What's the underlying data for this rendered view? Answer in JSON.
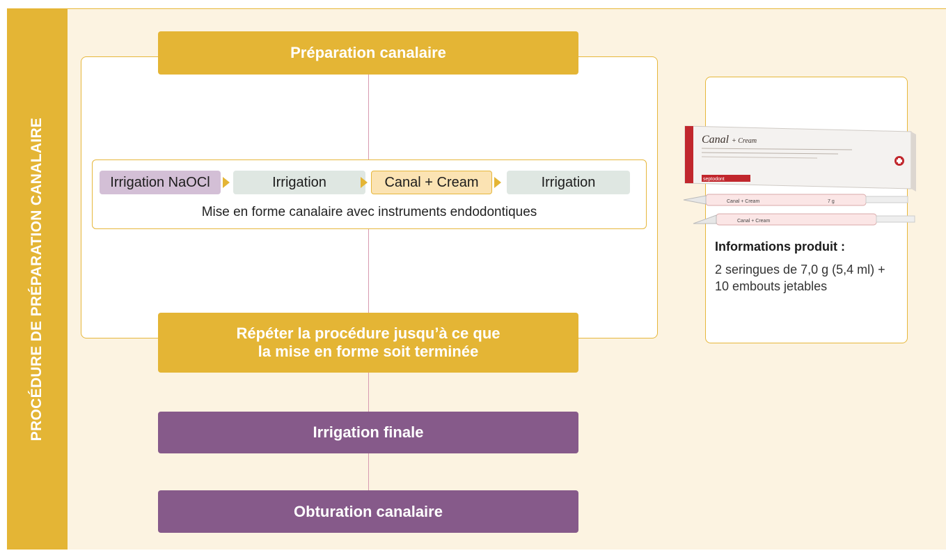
{
  "side_title": "PROCÉDURE DE PRÉPARATION CANALAIRE",
  "steps": {
    "preparation": "Préparation canalaire",
    "repeat_line1": "Répéter la procédure jusqu’à ce que",
    "repeat_line2": "la mise en forme soit terminée",
    "final_irrigation": "Irrigation finale",
    "obturation": "Obturation canalaire"
  },
  "sequence": {
    "items": [
      "Irrigation NaOCl",
      "Irrigation",
      "Canal + Cream",
      "Irrigation"
    ],
    "caption": "Mise en forme canalaire avec instruments endodontiques"
  },
  "product": {
    "box_brand": "Canal",
    "box_name": "+ Cream",
    "box_maker": "septodont",
    "syringe_text": "Canal + Cream",
    "syringe_weight": "7 g",
    "info_title": "Informations produit :",
    "info_text": "2 seringues de 7,0 g (5,4 ml) + 10 embouts jetables"
  },
  "colors": {
    "gold": "#e4b535",
    "purple": "#865a8a",
    "background": "#fcf3e1",
    "naocl_chip": "#d3bfd6",
    "irrigation_chip": "#dfe7e2",
    "cream_chip": "#fbe3b3"
  }
}
